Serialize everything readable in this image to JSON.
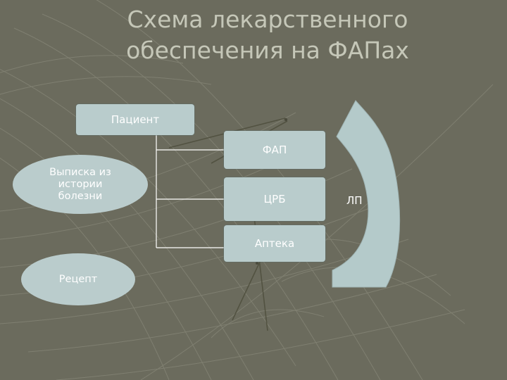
{
  "slide": {
    "title_line1": "Схема лекарственного",
    "title_line2": "обеспечения на ФАПах"
  },
  "diagram": {
    "patient": "Пациент",
    "nodes": [
      "ФАП",
      "ЦРБ",
      "Аптека"
    ],
    "extract": "Выписка из\nистории\nболезни",
    "prescription": "Рецепт",
    "arrow_label": "ЛП"
  },
  "colors": {
    "background": "#6b6b5d",
    "box_fill": "#b9cccc",
    "arrow_fill": "#b4caca",
    "connector": "#ffffff"
  }
}
